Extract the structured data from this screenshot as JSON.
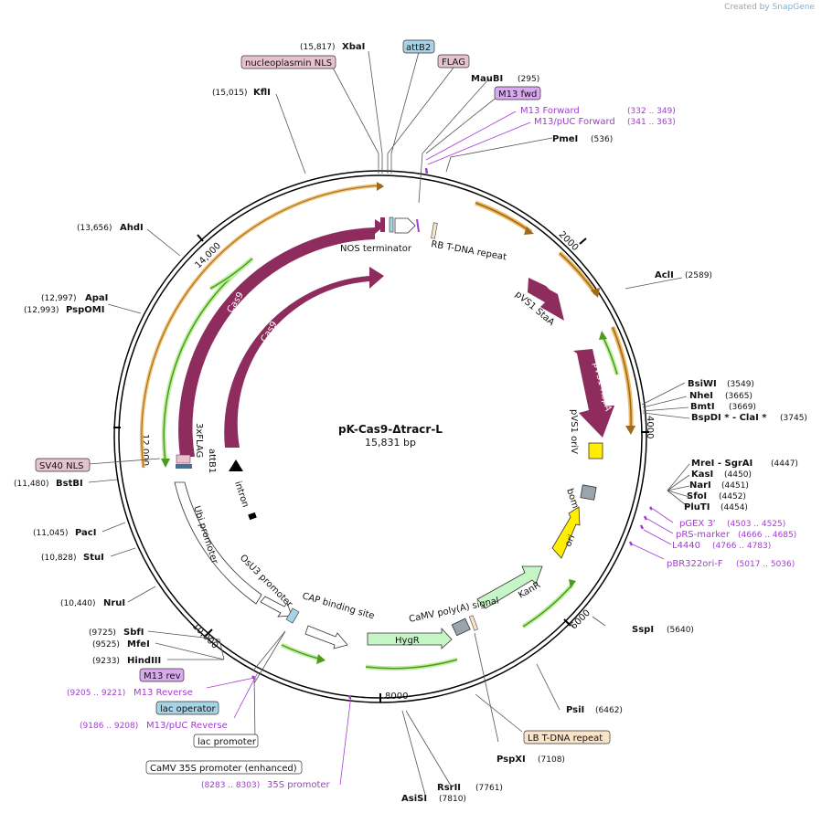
{
  "credit": {
    "prefix": "Created by",
    "brand": "SnapGene"
  },
  "plasmid": {
    "name": "pK-Cas9-Δtracr-L",
    "size_label": "15,831 bp"
  },
  "ticks": [
    "2000",
    "4000",
    "6000",
    "8000",
    "10,000",
    "12,000",
    "14,000"
  ],
  "sites": [
    {
      "name": "XbaI",
      "pos": "(15,817)"
    },
    {
      "name": "MauBI",
      "pos": "(295)"
    },
    {
      "name": "PmeI",
      "pos": "(536)"
    },
    {
      "name": "KflI",
      "pos": "(15,015)"
    },
    {
      "name": "AhdI",
      "pos": "(13,656)"
    },
    {
      "name": "ApaI",
      "pos": "(12,997)"
    },
    {
      "name": "PspOMI",
      "pos": "(12,993)"
    },
    {
      "name": "AclI",
      "pos": "(2589)"
    },
    {
      "name": "BsiWI",
      "pos": "(3549)"
    },
    {
      "name": "NheI",
      "pos": "(3665)"
    },
    {
      "name": "BmtI",
      "pos": "(3669)"
    },
    {
      "name": "BspDI * - ClaI *",
      "pos": "(3745)"
    },
    {
      "name": "MreI - SgrAI",
      "pos": "(4447)"
    },
    {
      "name": "KasI",
      "pos": "(4450)"
    },
    {
      "name": "NarI",
      "pos": "(4451)"
    },
    {
      "name": "SfoI",
      "pos": "(4452)"
    },
    {
      "name": "PluTI",
      "pos": "(4454)"
    },
    {
      "name": "BstBI",
      "pos": "(11,480)"
    },
    {
      "name": "PacI",
      "pos": "(11,045)"
    },
    {
      "name": "StuI",
      "pos": "(10,828)"
    },
    {
      "name": "NruI",
      "pos": "(10,440)"
    },
    {
      "name": "SbfI",
      "pos": "(9725)"
    },
    {
      "name": "MfeI",
      "pos": "(9525)"
    },
    {
      "name": "HindIII",
      "pos": "(9233)"
    },
    {
      "name": "SspI",
      "pos": "(5640)"
    },
    {
      "name": "PsiI",
      "pos": "(6462)"
    },
    {
      "name": "PspXI",
      "pos": "(7108)"
    },
    {
      "name": "RsrII",
      "pos": "(7761)"
    },
    {
      "name": "AsiSI",
      "pos": "(7810)"
    }
  ],
  "primers": [
    {
      "name": "M13 Forward",
      "pos": "(332 .. 349)"
    },
    {
      "name": "M13/pUC Forward",
      "pos": "(341 .. 363)"
    },
    {
      "name": "pGEX 3'",
      "pos": "(4503 .. 4525)"
    },
    {
      "name": "pRS-marker",
      "pos": "(4666 .. 4685)"
    },
    {
      "name": "L4440",
      "pos": "(4766 .. 4783)"
    },
    {
      "name": "pBR322ori-F",
      "pos": "(5017 .. 5036)"
    },
    {
      "name": "M13 Reverse",
      "pos": "(9205 .. 9221)"
    },
    {
      "name": "M13/pUC Reverse",
      "pos": "(9186 .. 9208)"
    },
    {
      "name": "35S promoter",
      "pos": "(8283 .. 8303)"
    }
  ],
  "boxed": [
    {
      "text": "attB2",
      "fill": "#a6d4e6"
    },
    {
      "text": "nucleoplasmin NLS",
      "fill": "#e6c2cf"
    },
    {
      "text": "FLAG",
      "fill": "#e6c2cf"
    },
    {
      "text": "M13 fwd",
      "fill": "#d9a8f0"
    },
    {
      "text": "SV40 NLS",
      "fill": "#e6c2cf"
    },
    {
      "text": "M13 rev",
      "fill": "#d9a8f0"
    },
    {
      "text": "lac operator",
      "fill": "#a6d4e6"
    },
    {
      "text": "lac promoter",
      "fill": "#ffffff"
    },
    {
      "text": "CaMV 35S promoter (enhanced)",
      "fill": "#ffffff"
    },
    {
      "text": "LB T-DNA repeat",
      "fill": "#fbe3c7"
    }
  ],
  "features": [
    {
      "text": "NOS terminator"
    },
    {
      "text": "RB T-DNA repeat"
    },
    {
      "text": "pVS1 StaA"
    },
    {
      "text": "pVS1 RepA"
    },
    {
      "text": "pVS1 oriV"
    },
    {
      "text": "bom"
    },
    {
      "text": "ori"
    },
    {
      "text": "KanR"
    },
    {
      "text": "CaMV poly(A) signal"
    },
    {
      "text": "HygR"
    },
    {
      "text": "CAP binding site"
    },
    {
      "text": "OsU3 promoter"
    },
    {
      "text": "Ubi promoter"
    },
    {
      "text": "intron"
    },
    {
      "text": "attB1"
    },
    {
      "text": "3xFLAG"
    },
    {
      "text": "Cas9"
    },
    {
      "text": "Cas9"
    }
  ],
  "colors": {
    "cas9": "#8e2c5e",
    "orf_halo": "#f0b75e",
    "orf_green": "#4c9a1e",
    "hygr": "#c6f5c6",
    "ori": "#ffee00",
    "primer": "#a43ad6",
    "backbone": "#000000"
  }
}
